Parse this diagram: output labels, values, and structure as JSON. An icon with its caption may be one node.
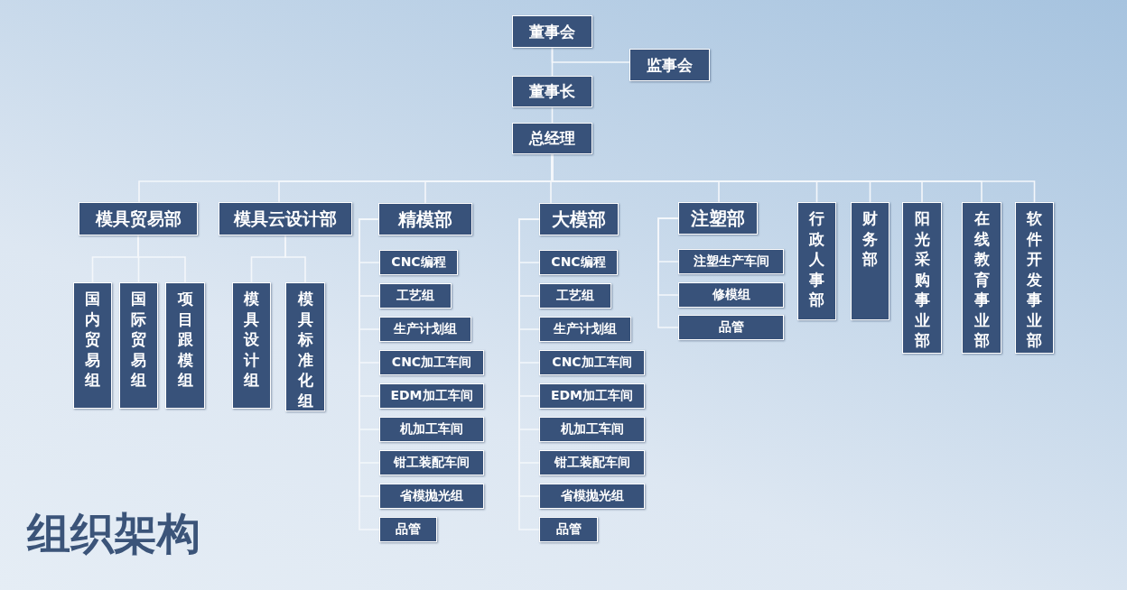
{
  "diagram": {
    "title": "组织架构",
    "nodes": [
      {
        "text": [
          "董事会"
        ]
      },
      {
        "text": [
          "监事会"
        ]
      },
      {
        "text": [
          "董事长"
        ]
      },
      {
        "text": [
          "总经理"
        ]
      },
      {
        "text": [
          "模具贸易部"
        ]
      },
      {
        "text": [
          "国内贸易组"
        ]
      },
      {
        "text": [
          "国际贸易组"
        ]
      },
      {
        "text": [
          "项目跟模组"
        ]
      },
      {
        "text": [
          "模具云设计部"
        ]
      },
      {
        "text": [
          "模具设计组"
        ]
      },
      {
        "text": [
          "模具标准化组"
        ]
      },
      {
        "text": [
          "精模部"
        ]
      },
      {
        "text": [
          "CNC编程"
        ]
      },
      {
        "text": [
          "工艺组"
        ]
      },
      {
        "text": [
          "生产计划组"
        ]
      },
      {
        "text": [
          "CNC加工车间"
        ]
      },
      {
        "text": [
          "EDM加工车间"
        ]
      },
      {
        "text": [
          "机加工车间"
        ]
      },
      {
        "text": [
          "钳工装配车间"
        ]
      },
      {
        "text": [
          "省模抛光组"
        ]
      },
      {
        "text": [
          "品管"
        ]
      },
      {
        "text": [
          "大模部"
        ]
      },
      {
        "text": [
          "CNC编程"
        ]
      },
      {
        "text": [
          "工艺组"
        ]
      },
      {
        "text": [
          "生产计划组"
        ]
      },
      {
        "text": [
          "CNC加工车间"
        ]
      },
      {
        "text": [
          "EDM加工车间"
        ]
      },
      {
        "text": [
          "机加工车间"
        ]
      },
      {
        "text": [
          "钳工装配车间"
        ]
      },
      {
        "text": [
          "省模抛光组"
        ]
      },
      {
        "text": [
          "品管"
        ]
      },
      {
        "text": [
          "注塑部"
        ]
      },
      {
        "text": [
          "注塑生产车间"
        ]
      },
      {
        "text": [
          "修模组"
        ]
      },
      {
        "text": [
          "品管"
        ]
      },
      {
        "text": [
          "行政人事部"
        ]
      },
      {
        "text": [
          "财务部"
        ]
      },
      {
        "text": [
          "阳光采购事业部"
        ]
      },
      {
        "text": [
          "在线教育事业部"
        ]
      },
      {
        "text": [
          "软件开发事业部"
        ]
      }
    ],
    "edges": [
      {
        "from": 0,
        "to": 2,
        "arrow": "none"
      },
      {
        "from": 0,
        "to": 1,
        "arrow": "none"
      },
      {
        "from": 2,
        "to": 3,
        "arrow": "none"
      },
      {
        "from": 3,
        "to": 4,
        "arrow": "none"
      },
      {
        "from": 3,
        "to": 8,
        "arrow": "none"
      },
      {
        "from": 3,
        "to": 11,
        "arrow": "none"
      },
      {
        "from": 3,
        "to": 21,
        "arrow": "none"
      },
      {
        "from": 3,
        "to": 31,
        "arrow": "none"
      },
      {
        "from": 3,
        "to": 35,
        "arrow": "none"
      },
      {
        "from": 3,
        "to": 36,
        "arrow": "none"
      },
      {
        "from": 3,
        "to": 37,
        "arrow": "none"
      },
      {
        "from": 3,
        "to": 38,
        "arrow": "none"
      },
      {
        "from": 3,
        "to": 39,
        "arrow": "none"
      },
      {
        "from": 4,
        "to": 5,
        "arrow": "none"
      },
      {
        "from": 4,
        "to": 6,
        "arrow": "none"
      },
      {
        "from": 4,
        "to": 7,
        "arrow": "none"
      },
      {
        "from": 8,
        "to": 9,
        "arrow": "none"
      },
      {
        "from": 8,
        "to": 10,
        "arrow": "none"
      },
      {
        "from": 11,
        "to": 12,
        "arrow": "none"
      },
      {
        "from": 11,
        "to": 13,
        "arrow": "none"
      },
      {
        "from": 11,
        "to": 14,
        "arrow": "none"
      },
      {
        "from": 11,
        "to": 15,
        "arrow": "none"
      },
      {
        "from": 11,
        "to": 16,
        "arrow": "none"
      },
      {
        "from": 11,
        "to": 17,
        "arrow": "none"
      },
      {
        "from": 11,
        "to": 18,
        "arrow": "none"
      },
      {
        "from": 11,
        "to": 19,
        "arrow": "none"
      },
      {
        "from": 11,
        "to": 20,
        "arrow": "none"
      },
      {
        "from": 21,
        "to": 22,
        "arrow": "none"
      },
      {
        "from": 21,
        "to": 23,
        "arrow": "none"
      },
      {
        "from": 21,
        "to": 24,
        "arrow": "none"
      },
      {
        "from": 21,
        "to": 25,
        "arrow": "none"
      },
      {
        "from": 21,
        "to": 26,
        "arrow": "none"
      },
      {
        "from": 21,
        "to": 27,
        "arrow": "none"
      },
      {
        "from": 21,
        "to": 28,
        "arrow": "none"
      },
      {
        "from": 21,
        "to": 29,
        "arrow": "none"
      },
      {
        "from": 21,
        "to": 30,
        "arrow": "none"
      },
      {
        "from": 31,
        "to": 32,
        "arrow": "none"
      },
      {
        "from": 31,
        "to": 33,
        "arrow": "none"
      },
      {
        "from": 31,
        "to": 34,
        "arrow": "none"
      }
    ]
  }
}
